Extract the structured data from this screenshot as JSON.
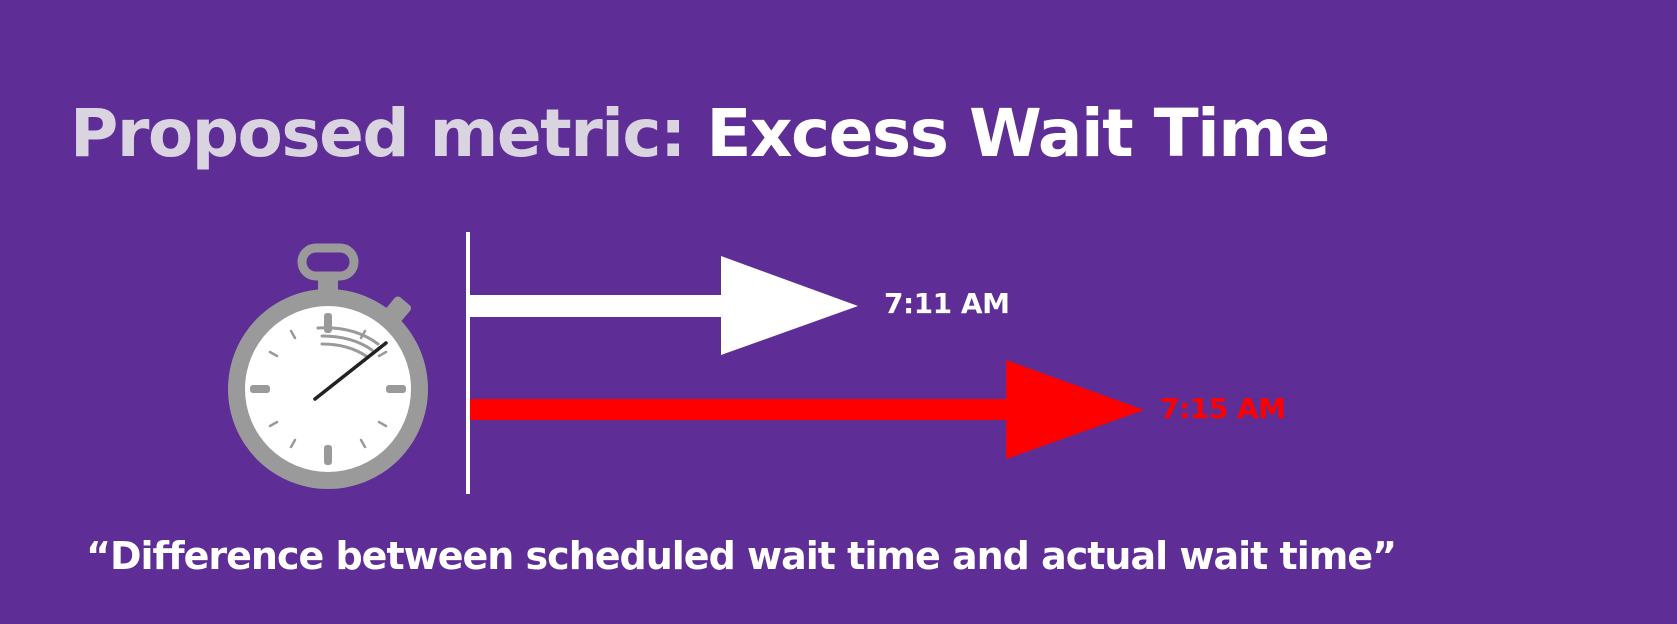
{
  "title": {
    "prefix": "Proposed metric: ",
    "main": "Excess Wait Time"
  },
  "diagram": {
    "icon": "stopwatch-icon",
    "arrows": [
      {
        "label": "7:11 AM",
        "color": "#ffffff"
      },
      {
        "label": "7:15 AM",
        "color": "#ff0000"
      }
    ]
  },
  "quote": "“Difference between scheduled wait time and actual wait time”",
  "colors": {
    "background": "#5f2d96",
    "title_prefix": "#d9d4df",
    "stopwatch": "#9a9a9a",
    "scheduled": "#ffffff",
    "actual": "#ff0000"
  }
}
